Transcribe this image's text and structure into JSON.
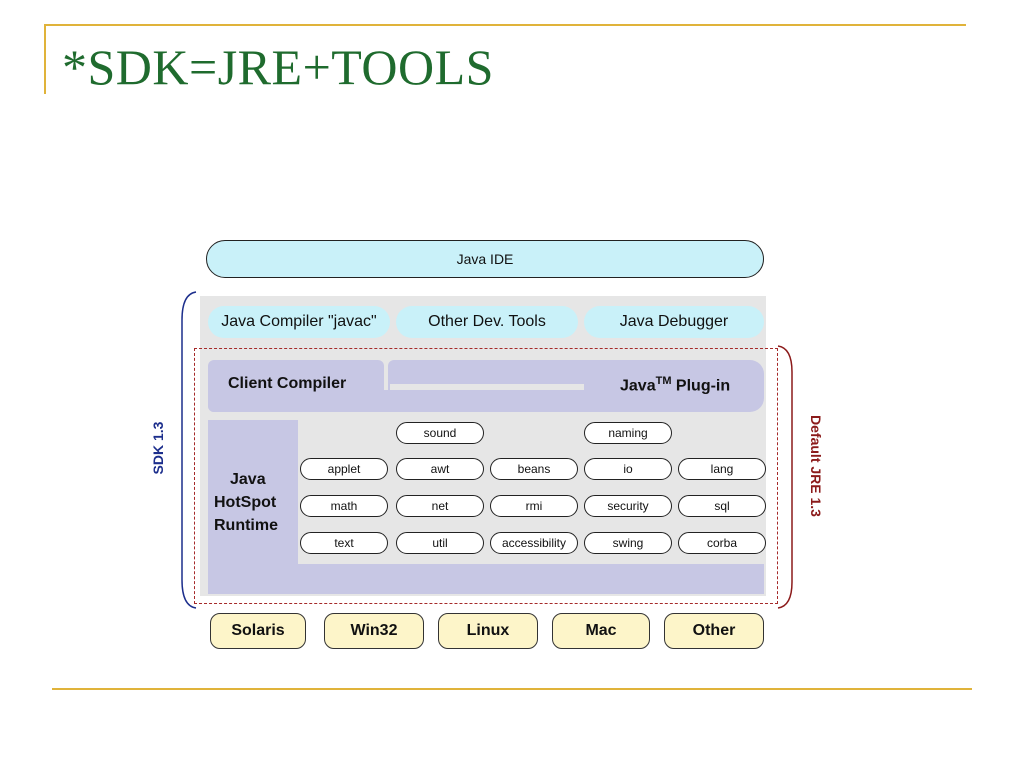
{
  "slide": {
    "title": "*SDK=JRE+TOOLS"
  },
  "diagram": {
    "ide": "Java IDE",
    "tools": {
      "compiler": "Java Compiler \"javac\"",
      "other_dev_tools": "Other Dev. Tools",
      "debugger": "Java Debugger"
    },
    "client_compiler": "Client Compiler",
    "plugin": {
      "name": "Java",
      "tm": "TM",
      "suffix": " Plug-in"
    },
    "runtime": {
      "line1": "Java",
      "line2": "HotSpot",
      "line3": "Runtime"
    },
    "libraries": {
      "sound": "sound",
      "naming": "naming",
      "applet": "applet",
      "awt": "awt",
      "beans": "beans",
      "io": "io",
      "lang": "lang",
      "math": "math",
      "net": "net",
      "rmi": "rmi",
      "security": "security",
      "sql": "sql",
      "text": "text",
      "util": "util",
      "accessibility": "accessibility",
      "swing": "swing",
      "corba": "corba"
    },
    "platforms": {
      "solaris": "Solaris",
      "win32": "Win32",
      "linux": "Linux",
      "mac": "Mac",
      "other": "Other"
    },
    "sdk_label": "SDK 1.3",
    "jre_label": "Default JRE 1.3",
    "colors": {
      "title": "#1f6b2e",
      "rule": "#e0b33a",
      "tools_fill": "#c9f1f9",
      "runtime_fill": "#c7c7e4",
      "panel_fill": "#e6e6e6",
      "os_fill": "#fdf5c9",
      "sdk_brace": "#1c2e8c",
      "jre_brace": "#8b1a1a"
    }
  }
}
